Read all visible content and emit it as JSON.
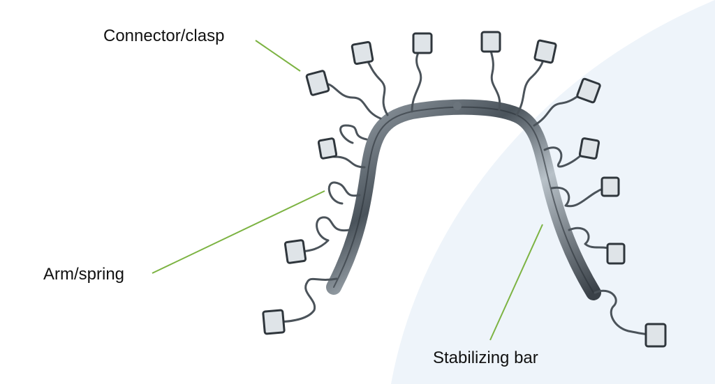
{
  "labels": {
    "connector": "Connector/clasp",
    "arm": "Arm/spring",
    "bar": "Stabilizing bar"
  },
  "colors": {
    "leader_line": "#7cb342",
    "background_arc": "#eef4fa",
    "metal_dark": "#3a4148",
    "metal_mid": "#7d868e",
    "metal_light": "#c9d0d6"
  },
  "image": {
    "subject": "orthodontic appliance with stabilizing bar, spring arms and clasps"
  }
}
